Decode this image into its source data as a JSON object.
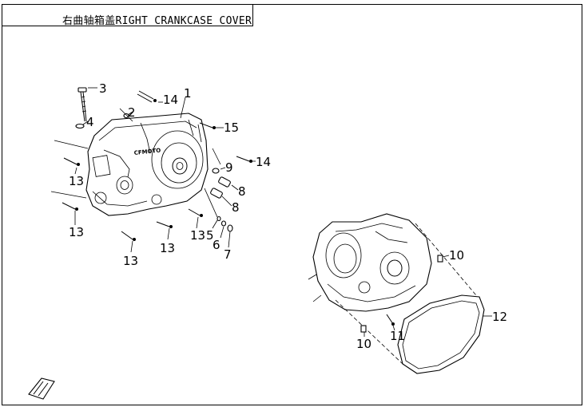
{
  "title": "右曲轴箱盖RIGHT CRANKCASE COVER",
  "callouts": {
    "c1": "1",
    "c2": "2",
    "c3": "3",
    "c4": "4",
    "c5": "5",
    "c6": "6",
    "c7": "7",
    "c8a": "8",
    "c8b": "8",
    "c9": "9",
    "c10a": "10",
    "c10b": "10",
    "c11": "11",
    "c12": "12",
    "c13a": "13",
    "c13b": "13",
    "c13c": "13",
    "c13d": "13",
    "c13e": "13",
    "c14a": "14",
    "c14b": "14",
    "c15": "15"
  },
  "brand_on_cover": "CFMOTO"
}
